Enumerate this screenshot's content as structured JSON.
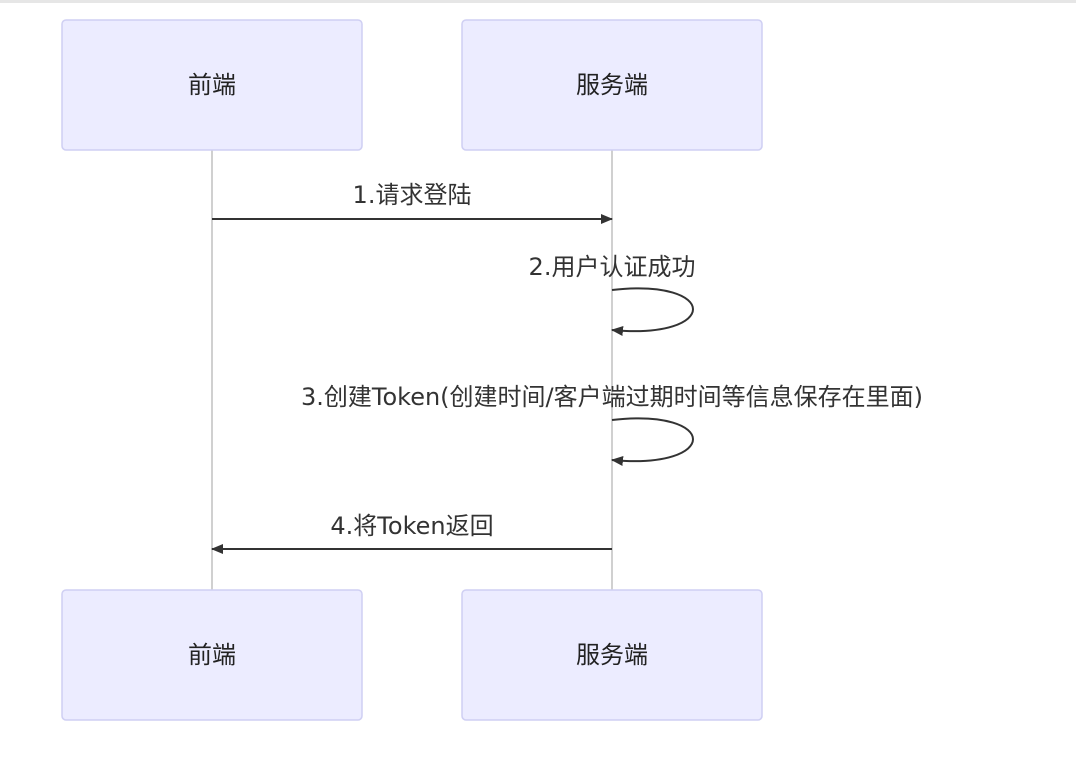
{
  "participants": [
    {
      "id": "frontend",
      "label": "前端"
    },
    {
      "id": "server",
      "label": "服务端"
    }
  ],
  "messages": [
    {
      "step": 1,
      "from": "frontend",
      "to": "server",
      "label": "1.请求登陆"
    },
    {
      "step": 2,
      "from": "server",
      "to": "server",
      "label": "2.用户认证成功"
    },
    {
      "step": 3,
      "from": "server",
      "to": "server",
      "label": "3.创建Token(创建时间/客户端过期时间等信息保存在里面)"
    },
    {
      "step": 4,
      "from": "server",
      "to": "frontend",
      "label": "4.将Token返回"
    }
  ],
  "colors": {
    "actor_fill": "#ececff",
    "actor_stroke": "#cfcff3",
    "lifeline": "#d0d0d0",
    "arrow": "#333333"
  }
}
